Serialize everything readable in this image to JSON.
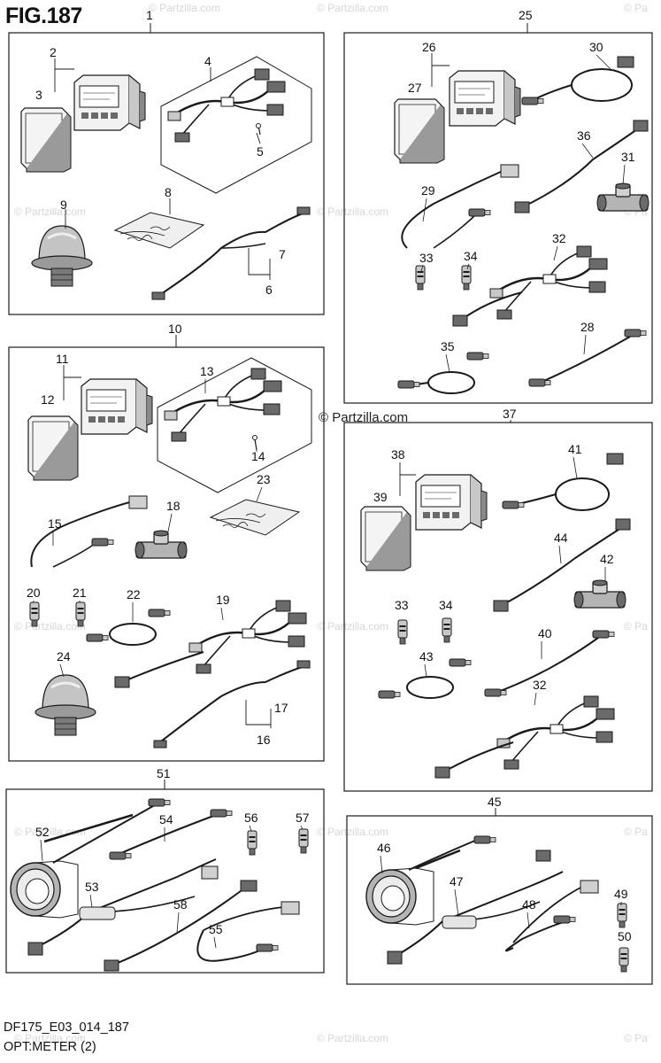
{
  "figure": {
    "title": "FIG.187",
    "code": "DF175_E03_014_187",
    "subtitle": "OPT:METER (2)"
  },
  "watermark": {
    "text": "© Partzilla.com",
    "short_text": "© Pa",
    "center_text": "© Partzilla.com"
  },
  "groups": [
    {
      "id": "1",
      "label": "1"
    },
    {
      "id": "10",
      "label": "10"
    },
    {
      "id": "25",
      "label": "25"
    },
    {
      "id": "37",
      "label": "37"
    },
    {
      "id": "45",
      "label": "45"
    },
    {
      "id": "51",
      "label": "51"
    }
  ],
  "callouts": {
    "c2": "2",
    "c3": "3",
    "c4": "4",
    "c5": "5",
    "c6": "6",
    "c7": "7",
    "c8": "8",
    "c9": "9",
    "c11": "11",
    "c12": "12",
    "c13": "13",
    "c14": "14",
    "c15": "15",
    "c16": "16",
    "c17": "17",
    "c18": "18",
    "c19": "19",
    "c20": "20",
    "c21": "21",
    "c22": "22",
    "c23": "23",
    "c24": "24",
    "c26": "26",
    "c27": "27",
    "c28": "28",
    "c29": "29",
    "c30": "30",
    "c31": "31",
    "c32a": "32",
    "c32b": "32",
    "c33a": "33",
    "c33b": "33",
    "c34a": "34",
    "c34b": "34",
    "c35": "35",
    "c36": "36",
    "c38": "38",
    "c39": "39",
    "c40": "40",
    "c41": "41",
    "c42": "42",
    "c43": "43",
    "c44": "44",
    "c46": "46",
    "c47": "47",
    "c48": "48",
    "c49": "49",
    "c50": "50",
    "c52": "52",
    "c53": "53",
    "c54": "54",
    "c55": "55",
    "c56": "56",
    "c57": "57",
    "c58": "58"
  },
  "colors": {
    "line": "#1a1a1a",
    "fill_light": "#f2f2f2",
    "fill_mid": "#c8c8c8",
    "fill_dark": "#6a6a6a",
    "watermark": "#d6d6d6"
  }
}
